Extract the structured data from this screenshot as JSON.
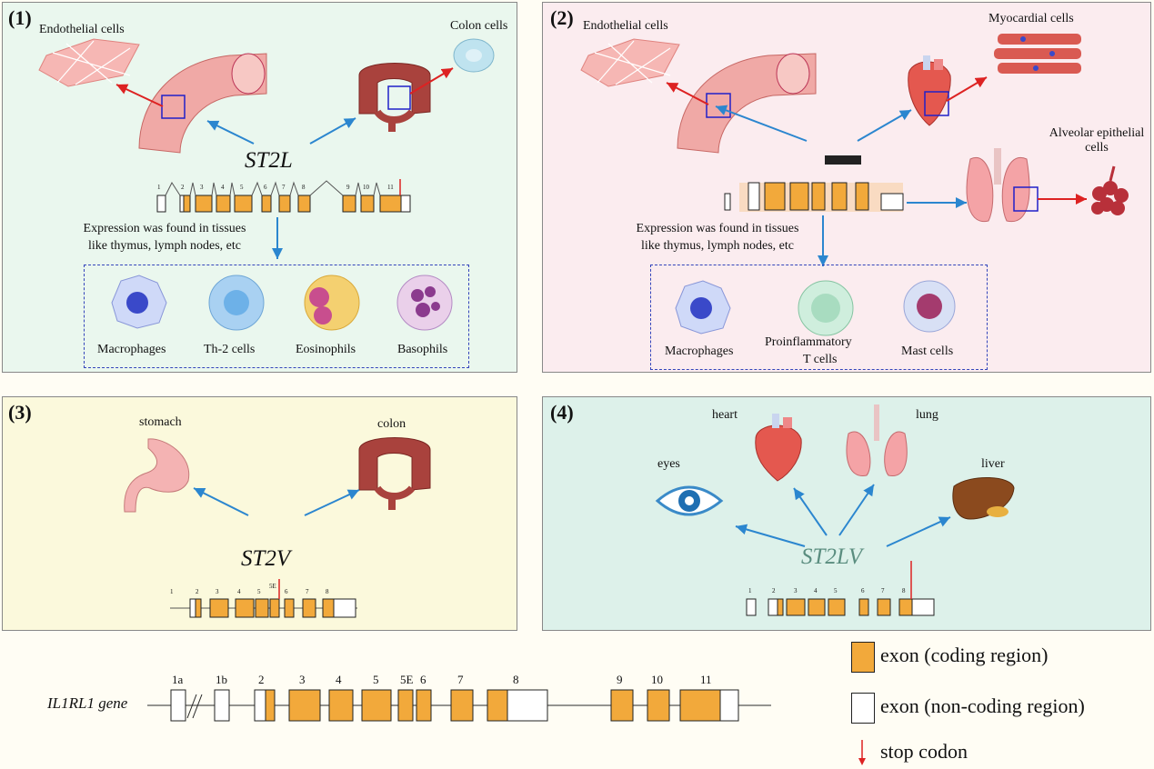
{
  "panels": {
    "p1": {
      "number": "(1)",
      "gene": "ST2L",
      "endothelial": "Endothelial cells",
      "colon_cells": "Colon cells",
      "expression": [
        "Expression was found in tissues",
        "like thymus, lymph nodes, etc"
      ],
      "exon_labels": [
        "1",
        "2",
        "3",
        "4",
        "5",
        "6",
        "7",
        "8",
        "9",
        "10",
        "11"
      ],
      "cells": [
        "Macrophages",
        "Th-2 cells",
        "Eosinophils",
        "Basophils"
      ]
    },
    "p2": {
      "number": "(2)",
      "endothelial": "Endothelial cells",
      "myocardial": "Myocardial cells",
      "alveolar": [
        "Alveolar epithelial",
        "cells"
      ],
      "expression": [
        "Expression was found in tissues",
        "like thymus, lymph nodes, etc"
      ],
      "cells": [
        "Macrophages",
        "Proinflammatory",
        "T cells",
        "Mast cells"
      ]
    },
    "p3": {
      "number": "(3)",
      "gene": "ST2V",
      "stomach": "stomach",
      "colon": "colon",
      "exon_labels": [
        "1",
        "2",
        "3",
        "4",
        "5",
        "5E",
        "6",
        "7",
        "8"
      ]
    },
    "p4": {
      "number": "(4)",
      "gene": "ST2LV",
      "heart": "heart",
      "lung": "lung",
      "eyes": "eyes",
      "liver": "liver",
      "exon_labels": [
        "1",
        "2",
        "3",
        "4",
        "5",
        "6",
        "7",
        "8"
      ]
    }
  },
  "gene_map": {
    "name": "IL1RL1 gene",
    "exon_labels": [
      "1a",
      "1b",
      "2",
      "3",
      "4",
      "5",
      "5E",
      "6",
      "7",
      "8",
      "9",
      "10",
      "11"
    ]
  },
  "legend": {
    "coding": "exon (coding region)",
    "noncoding": "exon (non-coding region)",
    "stop": "stop codon"
  },
  "colors": {
    "exon_coding": "#f2a93b",
    "arrow_blue": "#2b86cf",
    "arrow_red": "#dd2222",
    "highlight_box": "#2020c8"
  }
}
